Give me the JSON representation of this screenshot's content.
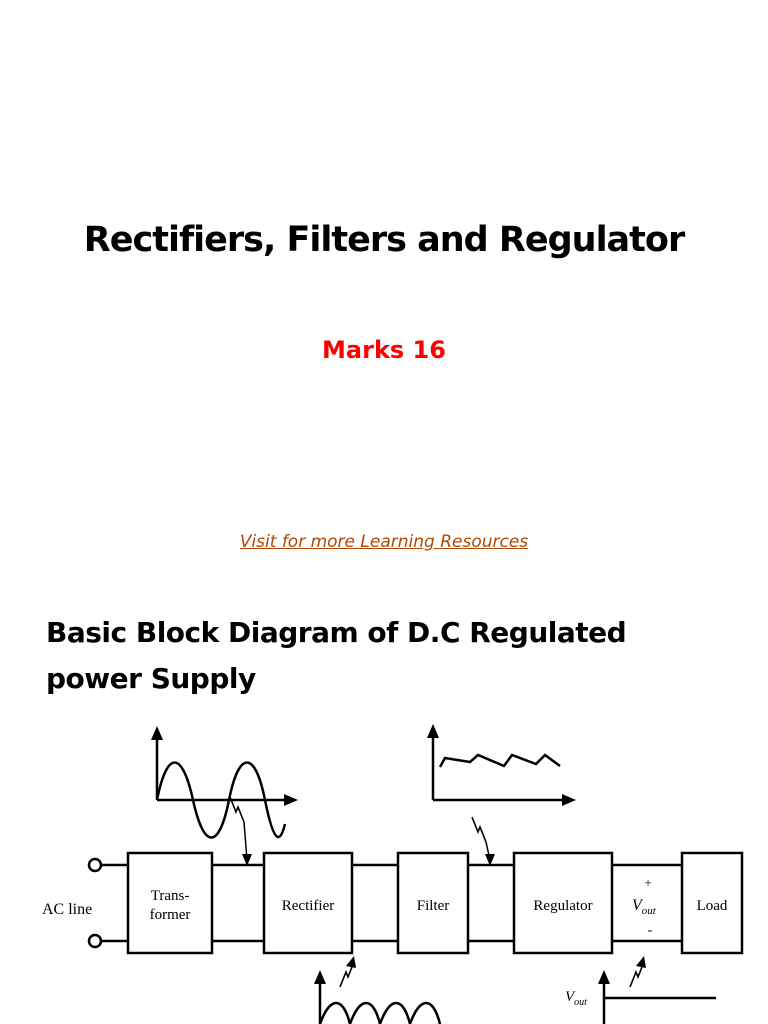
{
  "slide1": {
    "title": "Rectifiers, Filters and Regulator",
    "subtitle": "Marks 16",
    "link_text": "Visit for more Learning Resources",
    "link_color": "#b24700",
    "subtitle_color": "#ff0000"
  },
  "slide2": {
    "title_line1": "Basic Block Diagram of D.C Regulated",
    "title_line2": "power Supply"
  },
  "diagram": {
    "input_label": "AC line",
    "blocks": {
      "transformer_line1": "Trans-",
      "transformer_line2": "former",
      "rectifier": "Rectifier",
      "filter": "Filter",
      "regulator": "Regulator",
      "load": "Load"
    },
    "output": {
      "plus": "+",
      "symbol": "V",
      "subscript": "out",
      "minus": "-"
    },
    "waveform_vout_label": "V",
    "waveform_vout_sub": "out"
  }
}
